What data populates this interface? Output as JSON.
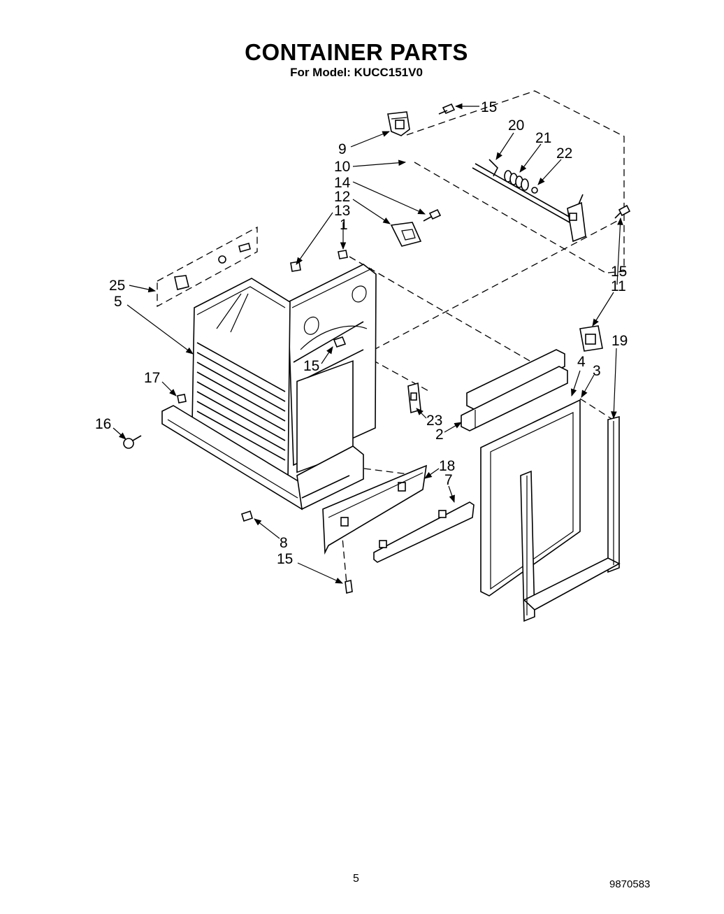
{
  "header": {
    "title": "CONTAINER PARTS",
    "subtitle": "For Model: KUCC151V0"
  },
  "footer": {
    "page_number": "5",
    "doc_number": "9870583"
  },
  "callouts": [
    {
      "id": "c15a",
      "label": "15"
    },
    {
      "id": "c20",
      "label": "20"
    },
    {
      "id": "c21",
      "label": "21"
    },
    {
      "id": "c22",
      "label": "22"
    },
    {
      "id": "c9",
      "label": "9"
    },
    {
      "id": "c10",
      "label": "10"
    },
    {
      "id": "c14",
      "label": "14"
    },
    {
      "id": "c12",
      "label": "12"
    },
    {
      "id": "c13",
      "label": "13"
    },
    {
      "id": "c1",
      "label": "1"
    },
    {
      "id": "c15b",
      "label": "15"
    },
    {
      "id": "c11",
      "label": "11"
    },
    {
      "id": "c25",
      "label": "25"
    },
    {
      "id": "c5",
      "label": "5"
    },
    {
      "id": "c19",
      "label": "19"
    },
    {
      "id": "c4",
      "label": "4"
    },
    {
      "id": "c3",
      "label": "3"
    },
    {
      "id": "c15c",
      "label": "15"
    },
    {
      "id": "c17",
      "label": "17"
    },
    {
      "id": "c23",
      "label": "23"
    },
    {
      "id": "c2",
      "label": "2"
    },
    {
      "id": "c16",
      "label": "16"
    },
    {
      "id": "c18",
      "label": "18"
    },
    {
      "id": "c7",
      "label": "7"
    },
    {
      "id": "c8",
      "label": "8"
    },
    {
      "id": "c15d",
      "label": "15"
    }
  ]
}
